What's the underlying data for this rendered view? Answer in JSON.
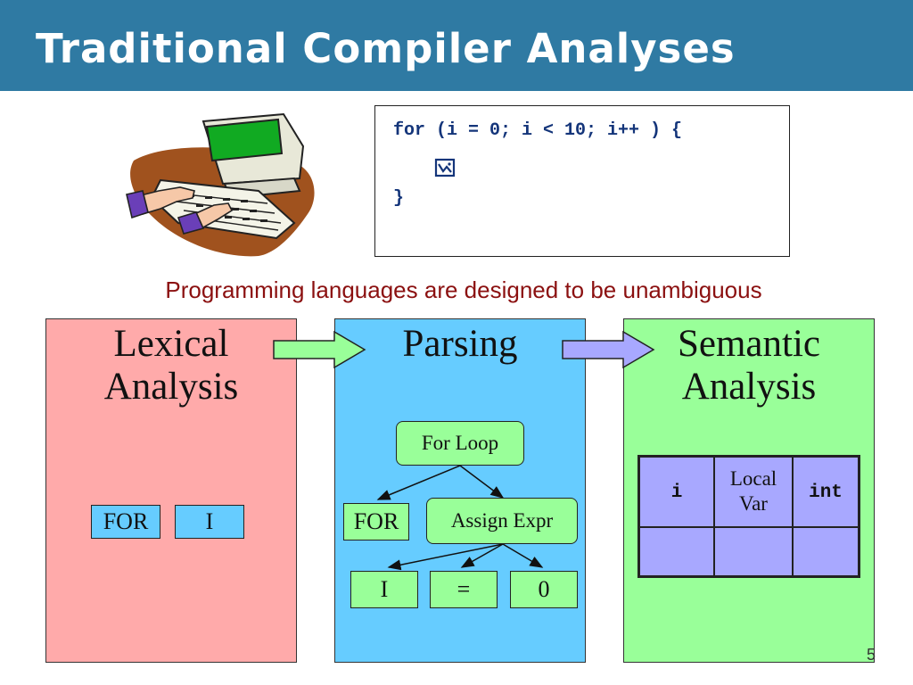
{
  "title": "Traditional Compiler Analyses",
  "code": {
    "lines": [
      "for (i = 0; i < 10; i++ ) {",
      "}"
    ],
    "body_icon": "wingding-placeholder-icon"
  },
  "subtitle": "Programming languages are designed to be unambiguous",
  "panels": {
    "lexical": {
      "title_line1": "Lexical",
      "title_line2": "Analysis",
      "tokens": [
        "FOR",
        "I"
      ]
    },
    "parsing": {
      "title": "Parsing",
      "root": "For Loop",
      "child_for": "FOR",
      "child_assign": "Assign Expr",
      "leaves": [
        "I",
        "=",
        "0"
      ]
    },
    "semantic": {
      "title_line1": "Semantic",
      "title_line2": "Analysis",
      "table": {
        "row1": [
          "i",
          "Local Var",
          "int"
        ],
        "row1_split": [
          "Local",
          "Var"
        ]
      }
    }
  },
  "page_number": "5",
  "colors": {
    "title_bar": "#2f7aa3",
    "lexical_bg": "#ffaaaa",
    "parsing_bg": "#66ccff",
    "semantic_bg": "#99ff99",
    "table_bg": "#a8a8ff",
    "subtitle": "#8b1010",
    "code": "#14357a"
  }
}
